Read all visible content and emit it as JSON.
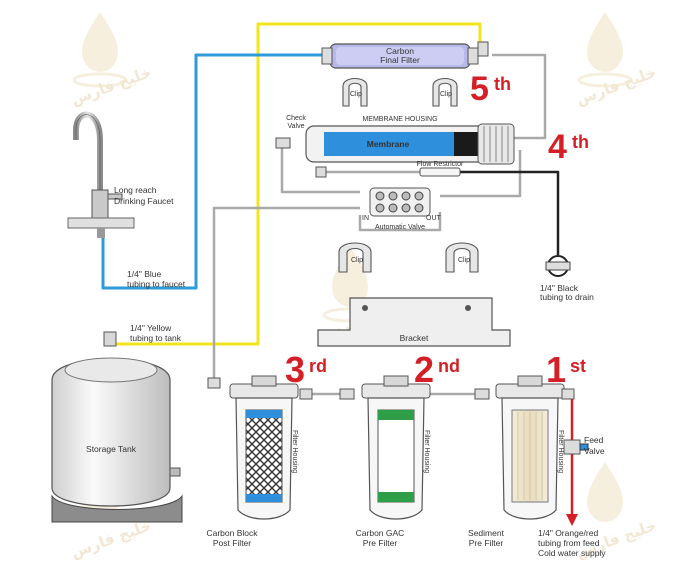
{
  "stages": {
    "first": "1",
    "first_suffix": "st",
    "second": "2",
    "second_suffix": "nd",
    "third": "3",
    "third_suffix": "rd",
    "fourth": "4",
    "fourth_suffix": "th",
    "fifth": "5",
    "fifth_suffix": "th"
  },
  "labels": {
    "carbon_final_filter_l1": "Carbon",
    "carbon_final_filter_l2": "Final Filter",
    "clip": "Clip",
    "membrane_housing": "MEMBRANE HOUSING",
    "membrane": "Membrane",
    "check_valve_l1": "Check",
    "check_valve_l2": "Valve",
    "flow_restrictor": "Flow Restrictor",
    "in": "IN",
    "out": "OUT",
    "automatic_valve": "Automatic Valve",
    "faucet_l1": "Long reach",
    "faucet_l2": "Drinking Faucet",
    "blue_tubing_l1": "1/4\" Blue",
    "blue_tubing_l2": "tubing to faucet",
    "black_tubing_l1": "1/4\" Black",
    "black_tubing_l2": "tubing to drain",
    "yellow_tubing_l1": "1/4\" Yellow",
    "yellow_tubing_l2": "tubing to tank",
    "bracket": "Bracket",
    "storage_tank": "Storage Tank",
    "filter_housing": "Filter Housing",
    "carbon_block_l1": "Carbon Block",
    "carbon_block_l2": "Post Filter",
    "carbon_gac_l1": "Carbon GAC",
    "carbon_gac_l2": "Pre Filter",
    "sediment_l1": "Sediment",
    "sediment_l2": "Pre Filter",
    "feed_valve_l1": "Feed",
    "feed_valve_l2": "Valve",
    "feed_tubing_l1": "1/4\" Orange/red",
    "feed_tubing_l2": "tubing from feed",
    "feed_tubing_l3": "Cold water supply"
  },
  "watermark": "خليج فارس",
  "colors": {
    "blue_tube": "#2e9bd8",
    "yellow_tube": "#f4e41c",
    "black_tube": "#222222",
    "gray_tube": "#a9a9a9",
    "red_feed": "#d41f26",
    "stage_red": "#d41f26"
  }
}
